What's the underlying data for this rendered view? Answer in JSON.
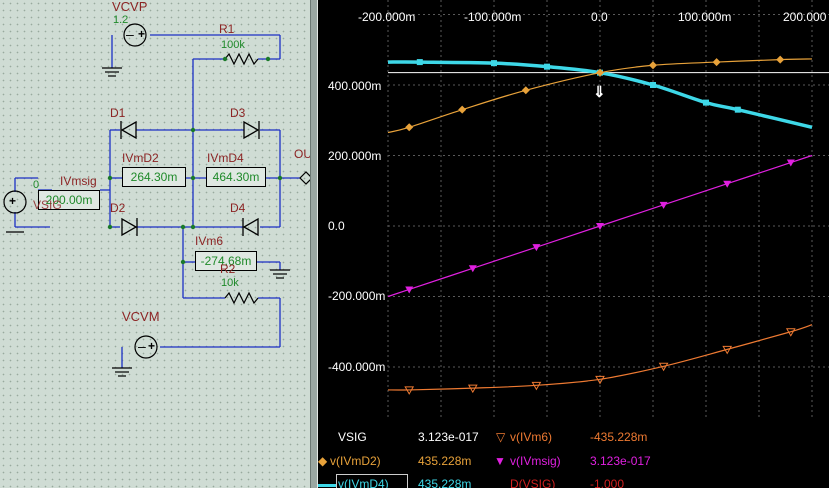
{
  "schematic": {
    "components": {
      "vcvp": {
        "name": "VCVP",
        "value": "1.2"
      },
      "r1": {
        "name": "R1",
        "value": "100k"
      },
      "d1": {
        "name": "D1"
      },
      "d3": {
        "name": "D3"
      },
      "d2": {
        "name": "D2"
      },
      "d4": {
        "name": "D4"
      },
      "ivmd2": {
        "name": "IVmD2",
        "reading": "264.30m"
      },
      "ivmd4": {
        "name": "IVmD4",
        "reading": "464.30m"
      },
      "ivmsig": {
        "name": "IVmsig",
        "reading": "200.00m",
        "zero": "0"
      },
      "vsig": {
        "name": "VSIG"
      },
      "ivm6": {
        "name": "IVm6",
        "reading": "-274.68m"
      },
      "r2": {
        "name": "R2",
        "value": "10k"
      },
      "vcvm": {
        "name": "VCVM"
      },
      "out": {
        "name": "OU"
      }
    }
  },
  "plot": {
    "background": "#000000",
    "x_ticks": [
      "-200.000m",
      "-100.000m",
      "0.0",
      "100.000m",
      "200.000"
    ],
    "y_ticks": [
      "400.000m",
      "200.000m",
      "0.0",
      "-200.000m",
      "-400.000m"
    ],
    "cursor_marker": "⇓"
  },
  "chart_data": {
    "type": "line",
    "xlim": [
      -0.2,
      0.2
    ],
    "ylim": [
      -0.5,
      0.65
    ],
    "grid": true,
    "series": [
      {
        "name": "v(IVmD4)",
        "color": "#3ed8e8",
        "marker": "square",
        "x": [
          -0.2,
          -0.17,
          -0.1,
          -0.05,
          0.0,
          0.05,
          0.1,
          0.13,
          0.2
        ],
        "y": [
          0.465,
          0.465,
          0.462,
          0.452,
          0.435,
          0.4,
          0.35,
          0.33,
          0.28
        ]
      },
      {
        "name": "v(IVmD2)",
        "color": "#e8a23a",
        "marker": "diamond",
        "x": [
          -0.2,
          -0.18,
          -0.13,
          -0.07,
          0.0,
          0.05,
          0.11,
          0.17,
          0.2
        ],
        "y": [
          0.265,
          0.28,
          0.33,
          0.385,
          0.435,
          0.456,
          0.465,
          0.472,
          0.474
        ]
      },
      {
        "name": "v(IVmsig)",
        "color": "#e020e0",
        "marker": "triangle-down",
        "x": [
          -0.2,
          -0.18,
          -0.12,
          -0.06,
          0.0,
          0.06,
          0.12,
          0.18,
          0.2
        ],
        "y": [
          -0.2,
          -0.18,
          -0.12,
          -0.06,
          0.0,
          0.06,
          0.12,
          0.18,
          0.2
        ]
      },
      {
        "name": "v(IVm6)",
        "color": "#ee7a32",
        "marker": "triangle-down-open",
        "x": [
          -0.2,
          -0.18,
          -0.12,
          -0.06,
          0.0,
          0.06,
          0.12,
          0.18,
          0.2
        ],
        "y": [
          -0.465,
          -0.465,
          -0.46,
          -0.452,
          -0.435,
          -0.398,
          -0.35,
          -0.3,
          -0.28
        ]
      }
    ],
    "cursor": {
      "x": 0.0,
      "y": 0.435
    }
  },
  "legend": [
    {
      "name": "VSIG",
      "value": "3.123e-017",
      "color": "#ffffff",
      "value_color": "#ffffff"
    },
    {
      "name": "v(IVm6)",
      "value": "-435.228m",
      "color": "#ee7a32",
      "value_color": "#ee7a32"
    },
    {
      "name": "v(IVmD2)",
      "value": "435.228m",
      "color": "#e8a23a",
      "value_color": "#e8a23a"
    },
    {
      "name": "v(IVmsig)",
      "value": "3.123e-017",
      "color": "#e020e0",
      "value_color": "#e020e0"
    },
    {
      "name": "v(IVmD4)",
      "value": "435.228m",
      "color": "#3ed8e8",
      "value_color": "#3ed8e8"
    },
    {
      "name": "D(VSIG)",
      "value": "-1.000",
      "color": "#d02020",
      "value_color": "#d02020"
    }
  ]
}
